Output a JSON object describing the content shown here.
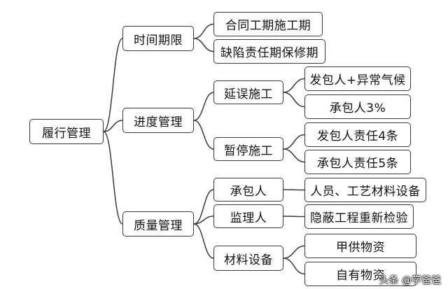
{
  "root": {
    "label": "履行管理"
  },
  "categories": [
    {
      "label": "时间期限",
      "items": [
        {
          "label": "合同工期施工期"
        },
        {
          "label": "缺陷责任期保修期"
        }
      ]
    },
    {
      "label": "进度管理",
      "subs": [
        {
          "label": "延误施工",
          "items": [
            {
              "label": "发包人+异常气候"
            },
            {
              "label": "承包人3%"
            }
          ]
        },
        {
          "label": "暂停施工",
          "items": [
            {
              "label": "发包人责任4条"
            },
            {
              "label": "承包人责任5条"
            }
          ]
        }
      ]
    },
    {
      "label": "质量管理",
      "subs": [
        {
          "label": "承包人",
          "items": [
            {
              "label": "人员、工艺材料设备"
            }
          ]
        },
        {
          "label": "监理人",
          "items": [
            {
              "label": "隐蔽工程重新检验"
            }
          ]
        },
        {
          "label": "材料设备",
          "items": [
            {
              "label": "甲供物资"
            },
            {
              "label": "自有物资"
            }
          ]
        }
      ]
    }
  ],
  "watermark": "头条 @学爸爸"
}
